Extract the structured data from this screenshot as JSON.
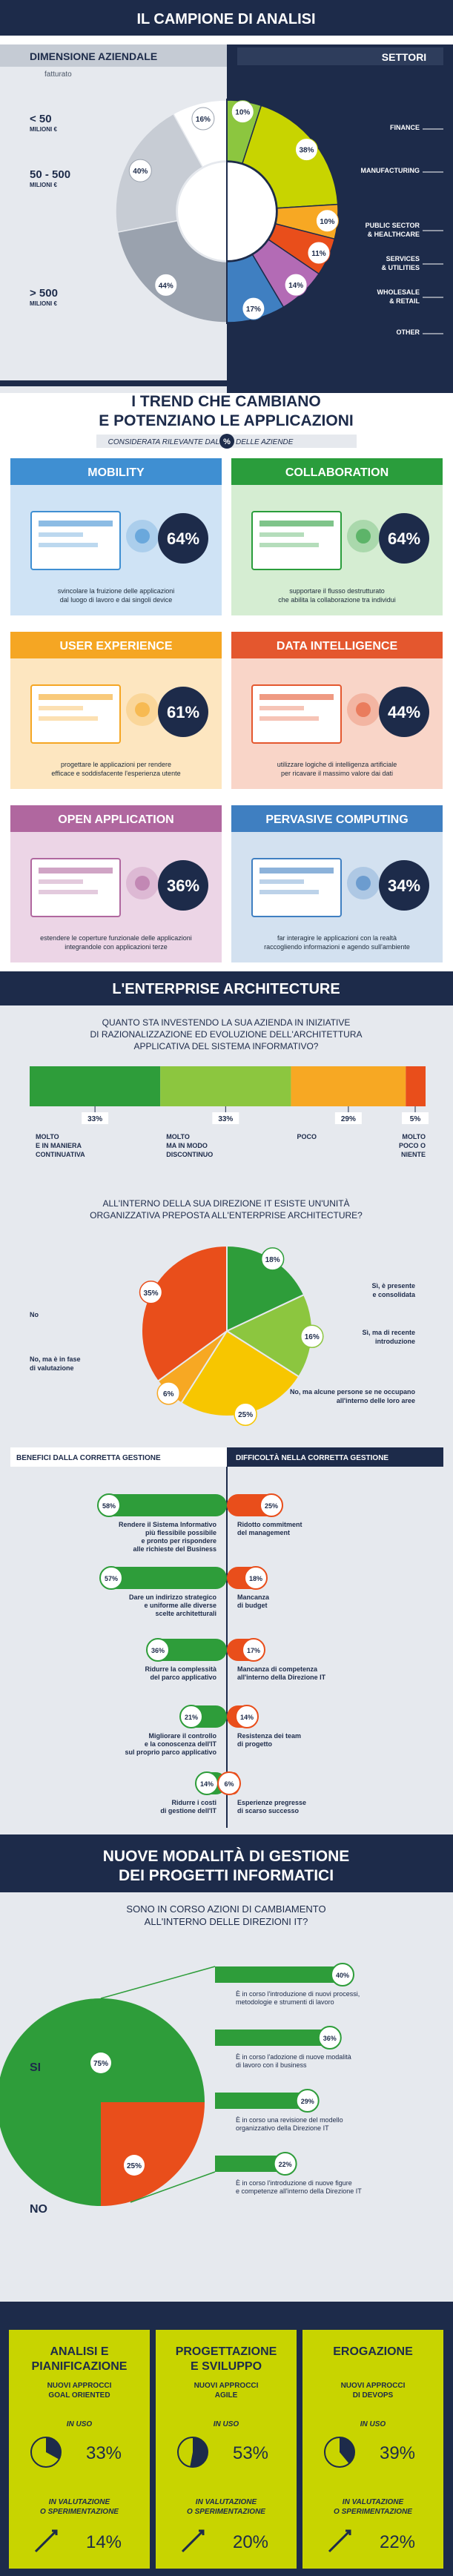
{
  "section1": {
    "title": "IL CAMPIONE DI ANALISI",
    "left_header": "DIMENSIONE AZIENDALE",
    "left_subheader": "fatturato",
    "right_header": "SETTORI",
    "sizes": [
      {
        "label": "< 50",
        "sub": "MILIONI €",
        "value": 16,
        "pct": "16%"
      },
      {
        "label": "50 - 500",
        "sub": "MILIONI €",
        "value": 40,
        "pct": "40%"
      },
      {
        "label": "> 500",
        "sub": "MILIONI €",
        "value": 44,
        "pct": "44%"
      }
    ],
    "sectors": [
      {
        "label": "FINANCE",
        "value": 10,
        "pct": "10%",
        "color": "#8cc63f"
      },
      {
        "label": "MANUFACTURING",
        "value": 38,
        "pct": "38%",
        "color": "#c8d400"
      },
      {
        "label": "PUBLIC SECTOR & HEALTHCARE",
        "line1": "PUBLIC SECTOR",
        "line2": "& HEALTHCARE",
        "value": 10,
        "pct": "10%",
        "color": "#f7a823"
      },
      {
        "label": "SERVICES & UTILITIES",
        "line1": "SERVICES",
        "line2": "& UTILITIES",
        "value": 11,
        "pct": "11%",
        "color": "#e94e1b"
      },
      {
        "label": "WHOLESALE & RETAIL",
        "line1": "WHOLESALE",
        "line2": "& RETAIL",
        "value": 14,
        "pct": "14%",
        "color": "#b36bb5"
      },
      {
        "label": "OTHER",
        "value": 17,
        "pct": "17%",
        "color": "#3f7fc1"
      }
    ]
  },
  "section2": {
    "title_line1": "I TREND CHE CAMBIANO",
    "title_line2": "E POTENZIANO LE APPLICAZIONI",
    "sub_left": "CONSIDERATA RILEVANTE DAL",
    "sub_badge": "%",
    "sub_right": "DELLE AZIENDE",
    "trends": [
      {
        "title": "MOBILITY",
        "pct": "64%",
        "text1": "svincolare la fruizione delle applicazioni",
        "text2": "dal luogo di lavoro e dai singoli device",
        "color": "#3f8fd2",
        "bg": "#cfe3f5"
      },
      {
        "title": "COLLABORATION",
        "pct": "64%",
        "text1": "supportare il flusso destrutturato",
        "text2": "che abilita la collaborazione tra individui",
        "color": "#2a9d3c",
        "bg": "#d5edd2"
      },
      {
        "title": "USER EXPERIENCE",
        "pct": "61%",
        "text1": "progettare le applicazioni per rendere",
        "text2": "efficace e soddisfacente l'esperienza utente",
        "color": "#f5a623",
        "bg": "#fde6c0"
      },
      {
        "title": "DATA INTELLIGENCE",
        "pct": "44%",
        "text1": "utilizzare logiche di intelligenza artificiale",
        "text2": "per ricavare il massimo valore dai dati",
        "color": "#e4572e",
        "bg": "#f9d5c8"
      },
      {
        "title": "OPEN APPLICATION",
        "pct": "36%",
        "text1": "estendere le coperture funzionale delle applicazioni",
        "text2": "integrandole con applicazioni terze",
        "color": "#b0679f",
        "bg": "#ecd5e6"
      },
      {
        "title": "PERVASIVE COMPUTING",
        "pct": "34%",
        "text1": "far interagire le applicazioni con la realtà",
        "text2": "raccogliendo informazioni e agendo sull'ambiente",
        "color": "#3f7fc1",
        "bg": "#d3e1f0"
      }
    ]
  },
  "section3": {
    "title": "L'ENTERPRISE ARCHITECTURE",
    "q1_line1": "QUANTO STA INVESTENDO LA SUA AZIENDA IN INIZIATIVE",
    "q1_line2": "DI RAZIONALIZZAZIONE ED EVOLUZIONE DELL'ARCHITETTURA",
    "q1_line3": "APPLICATIVA DEL SISTEMA INFORMATIVO?",
    "investment": [
      {
        "pct": "33%",
        "value": 33,
        "color": "#2e9d3a",
        "lines": [
          "MOLTO",
          "E IN MANIERA",
          "CONTINUATIVA"
        ]
      },
      {
        "pct": "33%",
        "value": 33,
        "color": "#8cc63f",
        "lines": [
          "MOLTO",
          "MA IN MODO",
          "DISCONTINUO"
        ]
      },
      {
        "pct": "29%",
        "value": 29,
        "color": "#f7a823",
        "lines": [
          "POCO"
        ]
      },
      {
        "pct": "5%",
        "value": 5,
        "color": "#e94e1b",
        "lines": [
          "MOLTO",
          "POCO O",
          "NIENTE"
        ]
      }
    ],
    "q2_line1": "ALL'INTERNO DELLA SUA DIREZIONE IT ESISTE UN'UNITÀ",
    "q2_line2": "ORGANIZZATIVA PREPOSTA ALL'ENTERPRISE ARCHITECTURE?",
    "unit": [
      {
        "pct": "18%",
        "value": 18,
        "color": "#2e9d3a",
        "line1": "Sì, è presente",
        "line2": "e consolidata"
      },
      {
        "pct": "16%",
        "value": 16,
        "color": "#8cc63f",
        "line1": "Sì, ma di recente",
        "line2": "introduzione"
      },
      {
        "pct": "25%",
        "value": 25,
        "color": "#f7c600",
        "line1": "No, ma alcune persone se ne occupano",
        "line2": "all'interno delle loro aree"
      },
      {
        "pct": "6%",
        "value": 6,
        "color": "#f7a823",
        "line1": "No, ma è in fase",
        "line2": "di valutazione"
      },
      {
        "pct": "35%",
        "value": 35,
        "color": "#e94e1b",
        "line1": "No",
        "line2": ""
      }
    ],
    "benefits_header": "BENEFICI DALLA CORRETTA GESTIONE",
    "difficulties_header": "DIFFICOLTÀ NELLA CORRETTA GESTIONE",
    "benefits": [
      {
        "pct": "58%",
        "value": 58,
        "lines": [
          "Rendere il Sistema Informativo",
          "più flessibile possibile",
          "e pronto per rispondere",
          "alle richieste del Business"
        ]
      },
      {
        "pct": "57%",
        "value": 57,
        "lines": [
          "Dare un indirizzo strategico",
          "e uniforme alle diverse",
          "scelte architetturali"
        ]
      },
      {
        "pct": "36%",
        "value": 36,
        "lines": [
          "Ridurre la complessità",
          "del parco applicativo"
        ]
      },
      {
        "pct": "21%",
        "value": 21,
        "lines": [
          "Migliorare il controllo",
          "e la conoscenza dell'IT",
          "sul proprio parco applicativo"
        ]
      },
      {
        "pct": "14%",
        "value": 14,
        "lines": [
          "Ridurre i costi",
          "di gestione dell'IT"
        ]
      }
    ],
    "difficulties": [
      {
        "pct": "25%",
        "value": 25,
        "lines": [
          "Ridotto commitment",
          "del management"
        ]
      },
      {
        "pct": "18%",
        "value": 18,
        "lines": [
          "Mancanza",
          "di budget"
        ]
      },
      {
        "pct": "17%",
        "value": 17,
        "lines": [
          "Mancanza di competenza",
          "all'interno della Direzione IT"
        ]
      },
      {
        "pct": "14%",
        "value": 14,
        "lines": [
          "Resistenza dei team",
          "di progetto"
        ]
      },
      {
        "pct": "6%",
        "value": 6,
        "lines": [
          "Esperienze pregresse",
          "di scarso successo"
        ]
      }
    ]
  },
  "section4": {
    "title_line1": "NUOVE MODALITÀ DI GESTIONE",
    "title_line2": "DEI PROGETTI INFORMATICI",
    "q_line1": "SONO IN CORSO AZIONI DI CAMBIAMENTO",
    "q_line2": "ALL'INTERNO DELLE DIREZIONI IT?",
    "yes_label": "SI",
    "no_label": "NO",
    "yes_pct": "75%",
    "no_pct": "25%",
    "yes_value": 75,
    "no_value": 25,
    "actions": [
      {
        "pct": "40%",
        "value": 40,
        "line1": "È in corso l'introduzione di nuovi processi,",
        "line2": "metodologie e strumenti di lavoro"
      },
      {
        "pct": "36%",
        "value": 36,
        "line1": "È in corso l'adozione di nuove modalità",
        "line2": "di lavoro con il business"
      },
      {
        "pct": "29%",
        "value": 29,
        "line1": "È in corso una revisione del modello",
        "line2": "organizzativo della Direzione IT"
      },
      {
        "pct": "22%",
        "value": 22,
        "line1": "È in corso l'introduzione di nuove figure",
        "line2": "e competenze all'interno della Direzione IT"
      }
    ],
    "panels": [
      {
        "title1": "ANALISI E",
        "title2": "PIANIFICAZIONE",
        "approach1": "NUOVI APPROCCI",
        "approach2": "GOAL ORIENTED",
        "inuse": "IN USO",
        "inuse_pct": "33%",
        "inuse_value": 33,
        "eval1": "IN VALUTAZIONE",
        "eval2": "O SPERIMENTAZIONE",
        "eval_pct": "14%",
        "eval_value": 14
      },
      {
        "title1": "PROGETTAZIONE",
        "title2": "E SVILUPPO",
        "approach1": "NUOVI APPROCCI",
        "approach2": "AGILE",
        "inuse": "IN USO",
        "inuse_pct": "53%",
        "inuse_value": 53,
        "eval1": "IN VALUTAZIONE",
        "eval2": "O SPERIMENTAZIONE",
        "eval_pct": "20%",
        "eval_value": 20
      },
      {
        "title1": "EROGAZIONE",
        "title2": "",
        "approach1": "NUOVI APPROCCI",
        "approach2": "DI DEVOPS",
        "inuse": "IN USO",
        "inuse_pct": "39%",
        "inuse_value": 39,
        "eval1": "IN VALUTAZIONE",
        "eval2": "O SPERIMENTAZIONE",
        "eval_pct": "22%",
        "eval_value": 22
      }
    ]
  },
  "chart_data": [
    {
      "type": "pie",
      "title": "DIMENSIONE AZIENDALE",
      "subtitle": "fatturato",
      "categories": [
        "< 50 MILIONI €",
        "50 - 500 MILIONI €",
        "> 500 MILIONI €"
      ],
      "values": [
        16,
        40,
        44
      ]
    },
    {
      "type": "pie",
      "title": "SETTORI",
      "categories": [
        "FINANCE",
        "MANUFACTURING",
        "PUBLIC SECTOR & HEALTHCARE",
        "SERVICES & UTILITIES",
        "WHOLESALE & RETAIL",
        "OTHER"
      ],
      "values": [
        10,
        38,
        10,
        11,
        14,
        17
      ]
    },
    {
      "type": "bar",
      "title": "I TREND CHE CAMBIANO E POTENZIANO LE APPLICAZIONI",
      "categories": [
        "MOBILITY",
        "COLLABORATION",
        "USER EXPERIENCE",
        "DATA INTELLIGENCE",
        "OPEN APPLICATION",
        "PERVASIVE COMPUTING"
      ],
      "values": [
        64,
        64,
        61,
        44,
        36,
        34
      ]
    },
    {
      "type": "bar",
      "title": "QUANTO STA INVESTENDO LA SUA AZIENDA IN INIZIATIVE DI RAZIONALIZZAZIONE ED EVOLUZIONE DELL'ARCHITETTURA APPLICATIVA DEL SISTEMA INFORMATIVO?",
      "categories": [
        "MOLTO E IN MANIERA CONTINUATIVA",
        "MOLTO MA IN MODO DISCONTINUO",
        "POCO",
        "MOLTO POCO O NIENTE"
      ],
      "values": [
        33,
        33,
        29,
        5
      ]
    },
    {
      "type": "pie",
      "title": "ALL'INTERNO DELLA SUA DIREZIONE IT ESISTE UN'UNITÀ ORGANIZZATIVA PREPOSTA ALL'ENTERPRISE ARCHITECTURE?",
      "categories": [
        "Sì, è presente e consolidata",
        "Sì, ma di recente introduzione",
        "No, ma alcune persone se ne occupano all'interno delle loro aree",
        "No, ma è in fase di valutazione",
        "No"
      ],
      "values": [
        18,
        16,
        25,
        6,
        35
      ]
    },
    {
      "type": "bar",
      "title": "BENEFICI DALLA CORRETTA GESTIONE",
      "categories": [
        "Rendere il Sistema Informativo più flessibile possibile e pronto per rispondere alle richieste del Business",
        "Dare un indirizzo strategico e uniforme alle diverse scelte architetturali",
        "Ridurre la complessità del parco applicativo",
        "Migliorare il controllo e la conoscenza dell'IT sul proprio parco applicativo",
        "Ridurre i costi di gestione dell'IT"
      ],
      "values": [
        58,
        57,
        36,
        21,
        14
      ]
    },
    {
      "type": "bar",
      "title": "DIFFICOLTÀ NELLA CORRETTA GESTIONE",
      "categories": [
        "Ridotto commitment del management",
        "Mancanza di budget",
        "Mancanza di competenza all'interno della Direzione IT",
        "Resistenza dei team di progetto",
        "Esperienze pregresse di scarso successo"
      ],
      "values": [
        25,
        18,
        17,
        14,
        6
      ]
    },
    {
      "type": "pie",
      "title": "SONO IN CORSO AZIONI DI CAMBIAMENTO ALL'INTERNO DELLE DIREZIONI IT?",
      "categories": [
        "SI",
        "NO"
      ],
      "values": [
        75,
        25
      ]
    },
    {
      "type": "bar",
      "categories": [
        "È in corso l'introduzione di nuovi processi, metodologie e strumenti di lavoro",
        "È in corso l'adozione di nuove modalità di lavoro con il business",
        "È in corso una revisione del modello organizzativo della Direzione IT",
        "È in corso l'introduzione di nuove figure e competenze all'interno della Direzione IT"
      ],
      "values": [
        40,
        36,
        29,
        22
      ]
    },
    {
      "type": "bar",
      "categories": [
        "ANALISI E PIANIFICAZIONE",
        "PROGETTAZIONE E SVILUPPO",
        "EROGAZIONE"
      ],
      "series": [
        {
          "name": "IN USO",
          "values": [
            33,
            53,
            39
          ]
        },
        {
          "name": "IN VALUTAZIONE O SPERIMENTAZIONE",
          "values": [
            14,
            20,
            22
          ]
        }
      ]
    }
  ]
}
